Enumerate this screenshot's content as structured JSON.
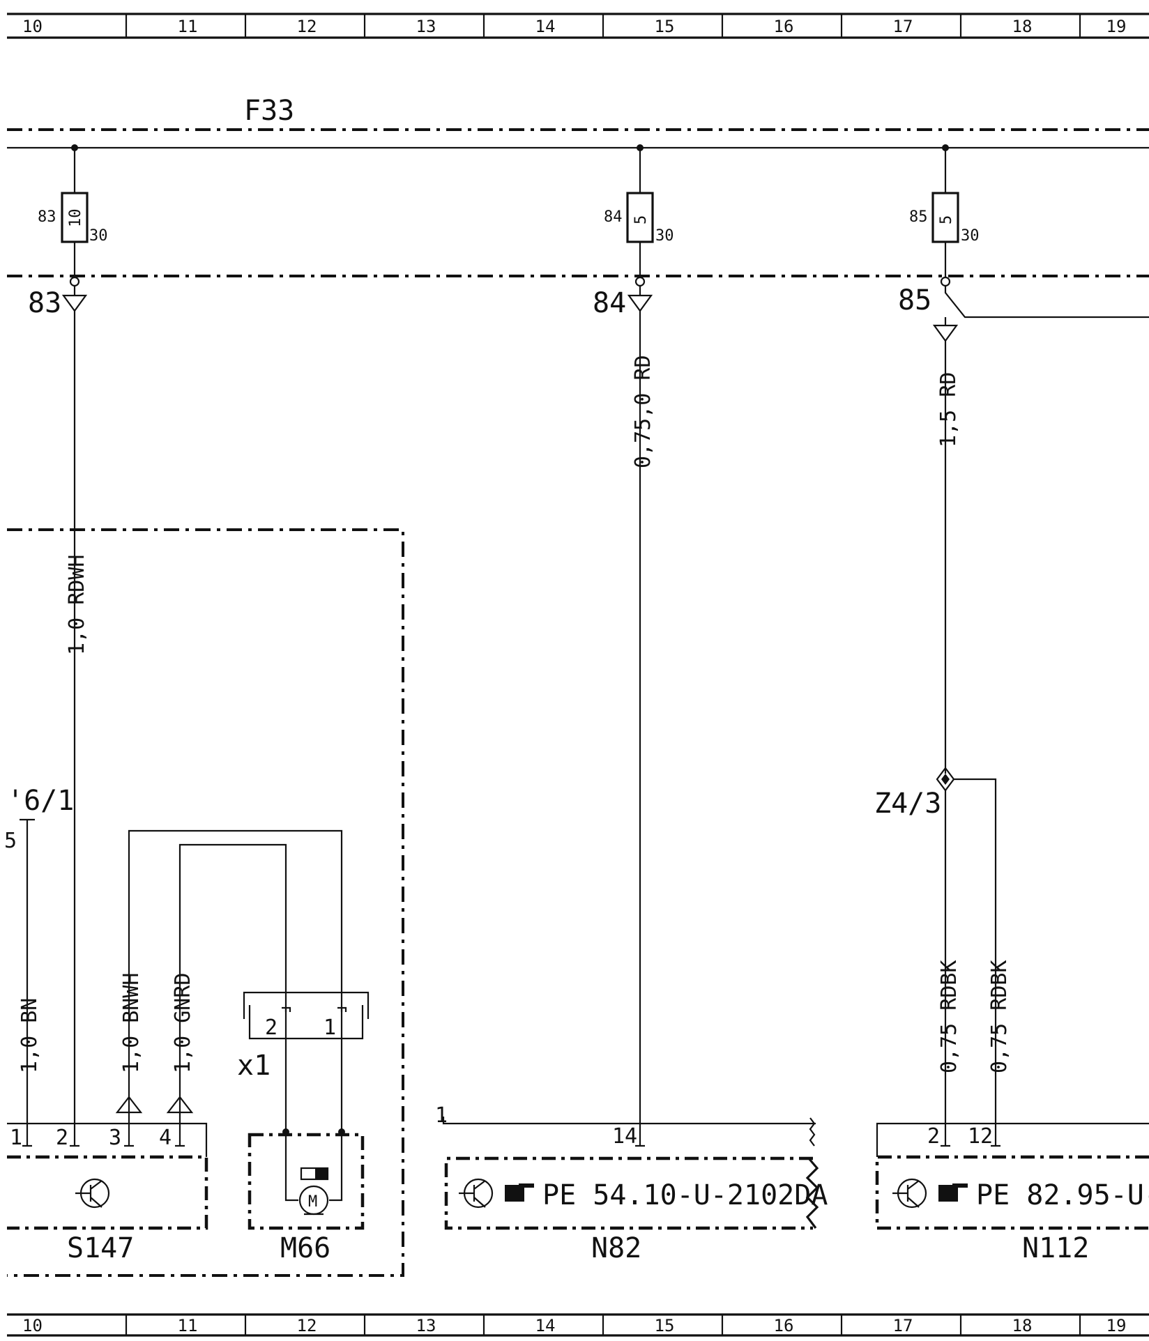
{
  "grid": {
    "columns": [
      "10",
      "11",
      "12",
      "13",
      "14",
      "15",
      "16",
      "17",
      "18",
      "19"
    ]
  },
  "bus": {
    "name": "F33"
  },
  "fuses": [
    {
      "number": "83",
      "rating": "10",
      "terminal": "30",
      "ground_label": "83"
    },
    {
      "number": "84",
      "rating": "5",
      "terminal": "30",
      "ground_label": "84"
    },
    {
      "number": "85",
      "rating": "5",
      "terminal": "30",
      "ground_label": "85"
    }
  ],
  "wires": {
    "w83": "1,0 RDWH",
    "w84": "0,75,0 RD",
    "w85": "1,5 RD",
    "bn": "1,0 BN",
    "bnwh": "1,0 BNWH",
    "gnrd": "1,0 GNRD",
    "rdbk1": "0,75 RDBK",
    "rdbk2": "0,75 RDBK"
  },
  "splice": {
    "label": "Z4/3"
  },
  "offpage": {
    "ref": "'6/1",
    "partial": "5"
  },
  "connector_x1": {
    "label": "x1",
    "pins": [
      "2",
      "1"
    ]
  },
  "components": {
    "s147": {
      "label": "S147",
      "pins": [
        "1",
        "2",
        "3",
        "4"
      ]
    },
    "m66": {
      "label": "M66",
      "motor": "M"
    },
    "n82": {
      "label": "N82",
      "pin": "14",
      "ref": "PE 54.10-U-2102DA",
      "edge_pin": "1"
    },
    "n112": {
      "label": "N112",
      "pins": [
        "2",
        "12"
      ],
      "ref": "PE 82.95-U-"
    }
  }
}
